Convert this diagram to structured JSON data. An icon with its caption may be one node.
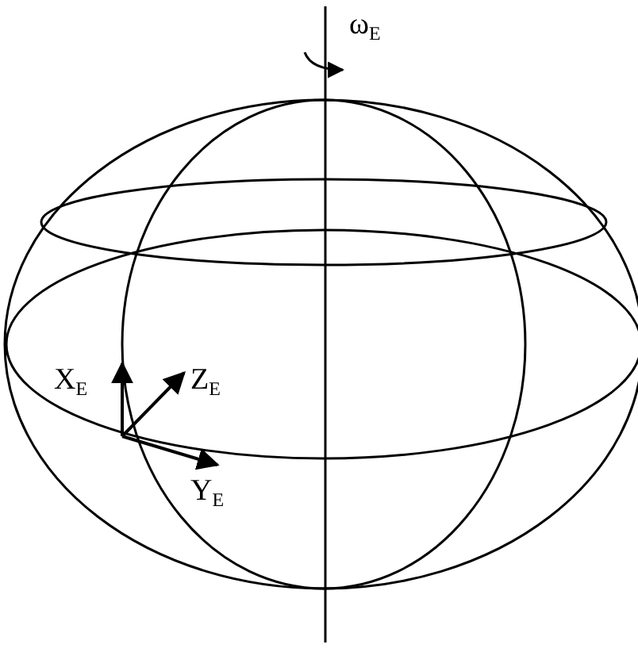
{
  "diagram": {
    "labels": [
      "ω$_{E}$",
      "X$_{E}$",
      "Z$_{E}$",
      "Y$_{E}$"
    ]
  }
}
